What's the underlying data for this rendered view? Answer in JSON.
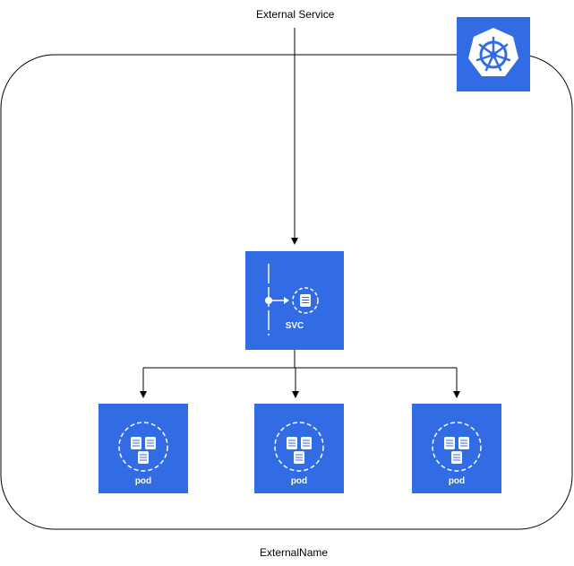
{
  "labels": {
    "external_service": "External Service",
    "external_name": "ExternalName"
  },
  "nodes": {
    "svc": "SVC",
    "pods": [
      "pod",
      "pod",
      "pod"
    ]
  },
  "colors": {
    "kubernetes_blue": "#326ce5",
    "line": "#000000",
    "cluster_border": "#000000",
    "icon_stroke": "#ffffff"
  },
  "icons": {
    "logo": "kubernetes-helm-icon",
    "service": "service-icon",
    "pod": "pod-icon"
  }
}
